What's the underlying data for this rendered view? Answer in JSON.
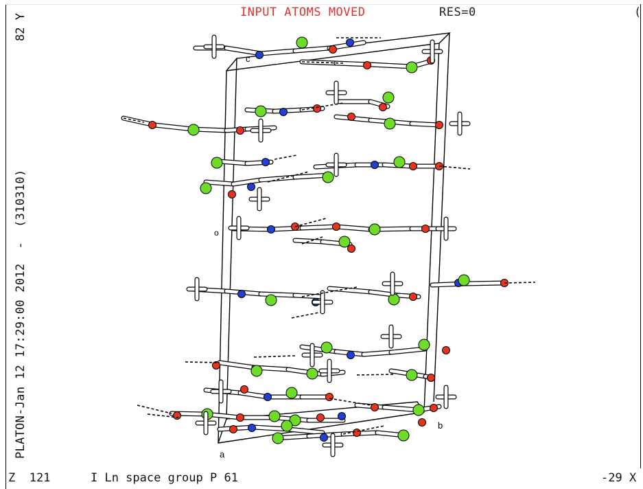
{
  "header": {
    "title": "INPUT ATOMS MOVED",
    "res": "RES=0",
    "edge": "("
  },
  "side": {
    "top_label": "82 Y",
    "caption": "PLATON-Jan 12 17:29:00 2012  -  (310310)"
  },
  "footer": {
    "z_label": "Z  121",
    "info": "I Ln space group P 61",
    "x_label": "-29 X"
  },
  "axes": {
    "c": "c",
    "a": "a",
    "b": "b",
    "o": "o"
  },
  "colors": {
    "oxygen": "#e8341c",
    "nitrogen": "#2040d8",
    "chlorine": "#6fdc2a",
    "bond": "#ffffff",
    "outline": "#000000",
    "title": "#e03030"
  }
}
